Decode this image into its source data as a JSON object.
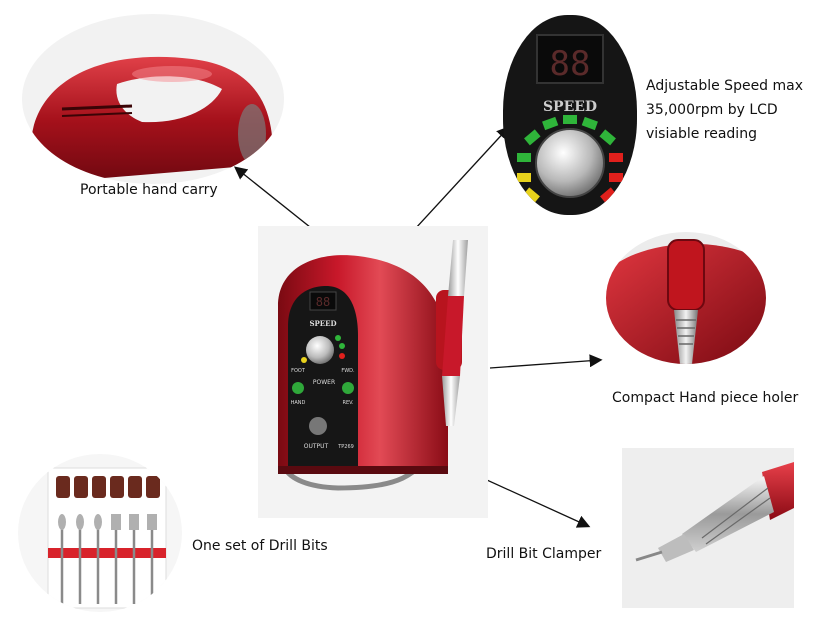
{
  "captions": {
    "carry": "Portable hand carry",
    "speed_line1": "Adjustable Speed max",
    "speed_line2": "35,000rpm by LCD",
    "speed_line3": "visiable reading",
    "holder": "Compact Hand piece holer",
    "bits": "One set of Drill Bits",
    "clamper": "Drill Bit Clamper"
  },
  "device": {
    "display_digits": "88",
    "speed_label": "SPEED",
    "power_label": "POWER",
    "foot_label": "FOOT",
    "hand_label": "HAND",
    "fwd_label": "FWD.",
    "rev_label": "REV.",
    "output_label": "OUTPUT",
    "model_label": "TP269"
  },
  "closeup_panel": {
    "display_digits": "88",
    "speed_label": "SPEED"
  },
  "colors": {
    "device_red": "#b3141e",
    "panel_black": "#151515",
    "led_green": "#2fb53a",
    "led_yellow": "#e8d21c",
    "led_red": "#e0201c"
  }
}
